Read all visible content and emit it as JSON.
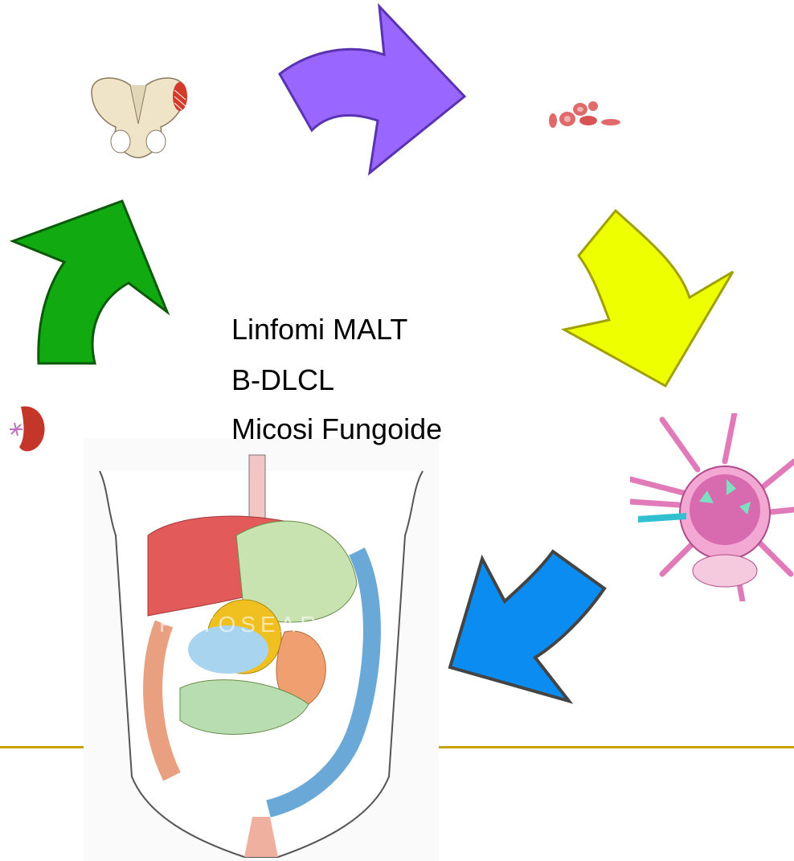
{
  "text": {
    "lines": [
      "Linfomi MALT",
      "B-DLCL",
      "Micosi Fungoide"
    ]
  },
  "colors": {
    "arrow_purple": "#9966ff",
    "arrow_yellow": "#eeff00",
    "arrow_blue": "#0a8cf0",
    "arrow_green": "#11aa11",
    "divider": "#c8a000"
  },
  "illustrations": [
    "pelvis-bone",
    "red-blood-cells",
    "lymph-node",
    "spleen",
    "abdominal-organs"
  ],
  "watermark": "FOTOSEARCH"
}
